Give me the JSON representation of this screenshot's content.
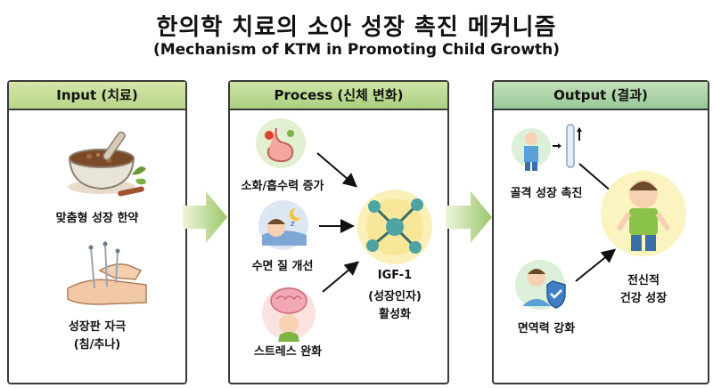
{
  "title": "한의학 치료의 소아 성장 촉진 메커니즘",
  "subtitle": "(Mechanism of KTM in Promoting Child Growth)",
  "panels": {
    "input": {
      "header": "Input (치료)",
      "items": [
        "맞춤형 성장 한약",
        "성장판 자극",
        "(침/추나)"
      ]
    },
    "process": {
      "header": "Process (신체 변화)",
      "items": [
        "소화/흡수력 증가",
        "수면 질 개선",
        "스트레스 완화"
      ],
      "center": [
        "IGF-1",
        "(성장인자)",
        "활성화"
      ]
    },
    "output": {
      "header": "Output (결과)",
      "items": [
        "골격 성장 촉진",
        "면역력 강화"
      ],
      "result": [
        "전신적",
        "건강 성장"
      ]
    }
  },
  "icons": [
    "herbal-medicine-bowl-icon",
    "acupuncture-hand-icon",
    "stomach-icon",
    "sleeping-child-icon",
    "brain-icon",
    "molecule-icon",
    "bone-growth-icon",
    "shield-child-icon",
    "happy-child-icon"
  ],
  "colors": {
    "input_header": "#c7de97",
    "process_header": "#b7d68e",
    "output_header": "#aed3a8",
    "flow_arrow": "#b9d68c"
  }
}
